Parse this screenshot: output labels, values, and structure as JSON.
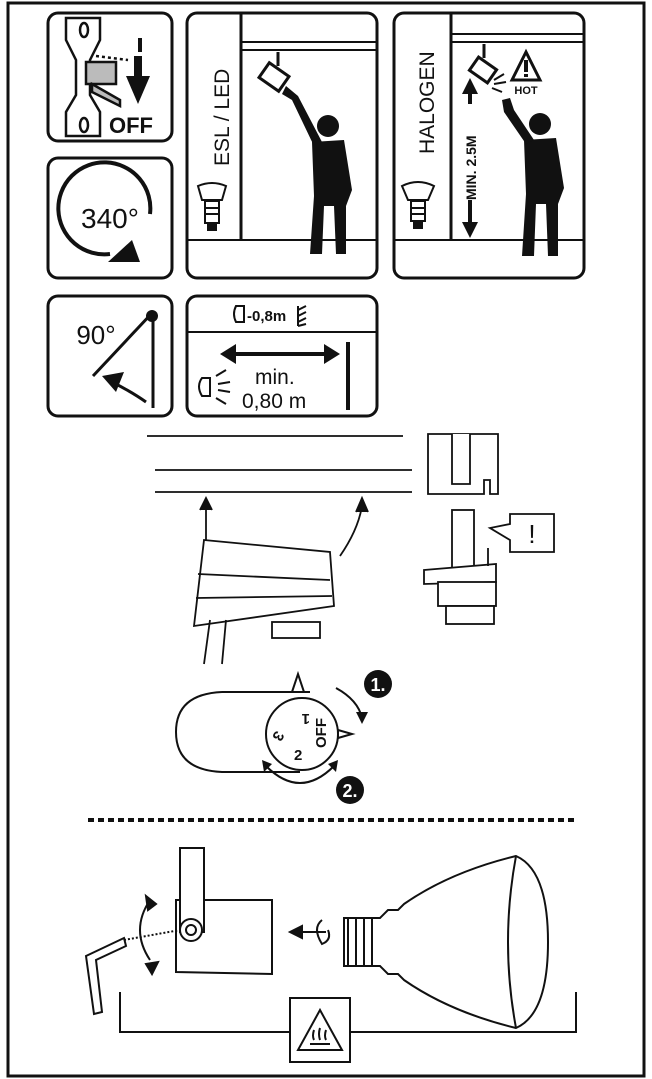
{
  "panels": {
    "switch_off": {
      "label": "OFF"
    },
    "rotation": {
      "label": "340°"
    },
    "esl_led": {
      "label": "ESL / LED"
    },
    "halogen": {
      "label": "HALOGEN",
      "min_height": "MIN. 2.5M",
      "hot": "HOT"
    },
    "tilt": {
      "label": "90°"
    },
    "distance": {
      "header": "-0,8m",
      "line1": "min.",
      "line2": "0,80 m"
    }
  },
  "mounting": {
    "warning_mark": "!"
  },
  "dial": {
    "positions": [
      "OFF",
      "1",
      "2",
      "3"
    ],
    "step1": "1.",
    "step2": "2."
  },
  "colors": {
    "ink": "#111111",
    "paper": "#ffffff"
  }
}
